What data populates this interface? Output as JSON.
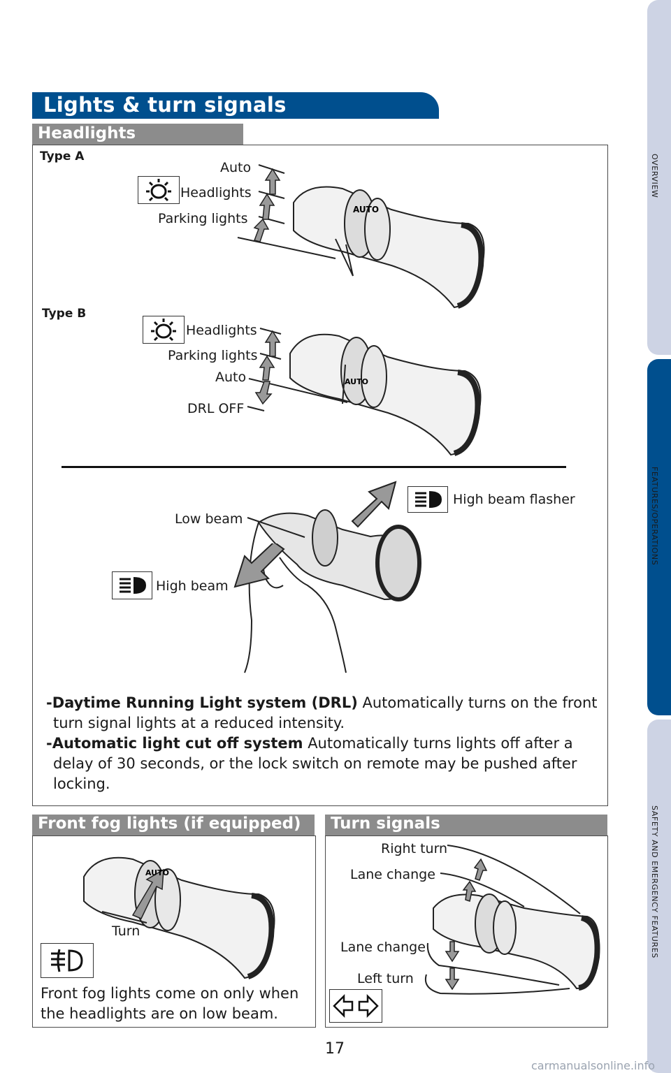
{
  "side_tabs": [
    {
      "label": "OVERVIEW",
      "active": false
    },
    {
      "label": "FEATURES/OPERATIONS",
      "active": true
    },
    {
      "label": "SAFETY AND EMERGENCY FEATURES",
      "active": false
    }
  ],
  "section_title": "Lights & turn signals",
  "headlights": {
    "heading": "Headlights",
    "type_a": {
      "label": "Type A",
      "positions": [
        "Auto",
        "Headlights",
        "Parking lights"
      ]
    },
    "type_b": {
      "label": "Type B",
      "positions": [
        "Headlights",
        "Parking lights",
        "Auto",
        "DRL OFF"
      ]
    },
    "beam": {
      "low": "Low beam",
      "high": "High beam",
      "flasher": "High beam flasher"
    },
    "notes": [
      {
        "term": "-Daytime Running Light system (DRL)",
        "text": " Automatically turns on the front turn signal lights at a reduced intensity."
      },
      {
        "term": "-Automatic light cut off system",
        "text": " Automatically turns lights off after a delay of 30 seconds, or the lock switch on remote may be pushed after locking."
      }
    ]
  },
  "fog": {
    "heading": "Front fog lights (if equipped)",
    "turn_label": "Turn",
    "description": "Front fog lights come on only when the headlights are on low beam."
  },
  "turn_signals": {
    "heading": "Turn signals",
    "labels": [
      "Right turn",
      "Lane change",
      "Lane change",
      "Left turn"
    ]
  },
  "page_number": "17",
  "watermark": "carmanualsonline.info",
  "colors": {
    "brand_blue": "#004f8e",
    "tab_inactive": "#cdd3e4",
    "subheader_gray": "#8c8c8c"
  }
}
